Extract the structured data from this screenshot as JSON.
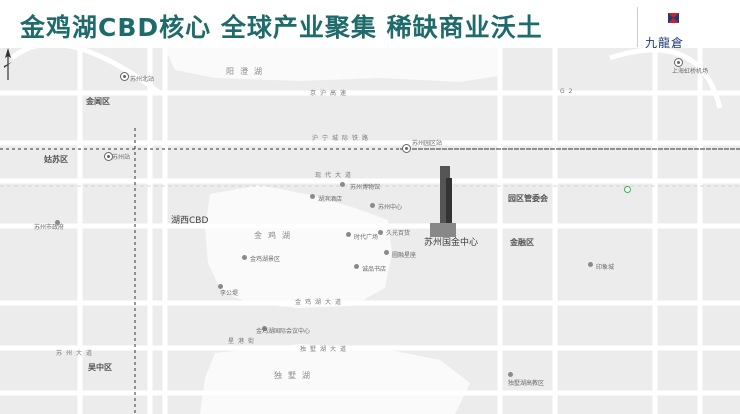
{
  "banner": {
    "title": "金鸡湖CBD核心  全球产业聚集  稀缺商业沃土",
    "brand_name": "九龍倉",
    "title_color": "#1f6a6a"
  },
  "map": {
    "lakes": [
      {
        "name": "阳澄湖"
      },
      {
        "name": "金鸡湖"
      },
      {
        "name": "独墅湖"
      }
    ],
    "districts": [
      {
        "name": "姑苏区"
      },
      {
        "name": "金阊区"
      },
      {
        "name": "园区管委会"
      },
      {
        "name": "金融区"
      },
      {
        "name": "吴中区"
      },
      {
        "name": "湖西CBD"
      },
      {
        "name": "苏州国金中心"
      }
    ],
    "roads": [
      {
        "name": "京沪高速"
      },
      {
        "name": "沪宁城际铁路"
      },
      {
        "name": "现代大道"
      },
      {
        "name": "金鸡湖大道"
      },
      {
        "name": "星港街"
      },
      {
        "name": "独墅湖大道"
      },
      {
        "name": "苏州大道"
      },
      {
        "name": "G2"
      }
    ],
    "places": [
      {
        "name": "苏州市政府"
      },
      {
        "name": "苏州站"
      },
      {
        "name": "苏州北站"
      },
      {
        "name": "苏州园区站"
      },
      {
        "name": "湖滨酒店"
      },
      {
        "name": "苏州博物馆"
      },
      {
        "name": "久光百货"
      },
      {
        "name": "圆融星座"
      },
      {
        "name": "诚品书店"
      },
      {
        "name": "苏州中心"
      },
      {
        "name": "时代广场"
      },
      {
        "name": "金鸡湖景区"
      },
      {
        "name": "李公堤"
      },
      {
        "name": "金鸡湖国际会议中心"
      },
      {
        "name": "印象城"
      },
      {
        "name": "独墅湖高教区"
      },
      {
        "name": "上海虹桥机场"
      }
    ],
    "colors": {
      "lake": "#fafafa",
      "land": "#e8e8e8",
      "road": "#ffffff",
      "rail": "#333333"
    }
  }
}
